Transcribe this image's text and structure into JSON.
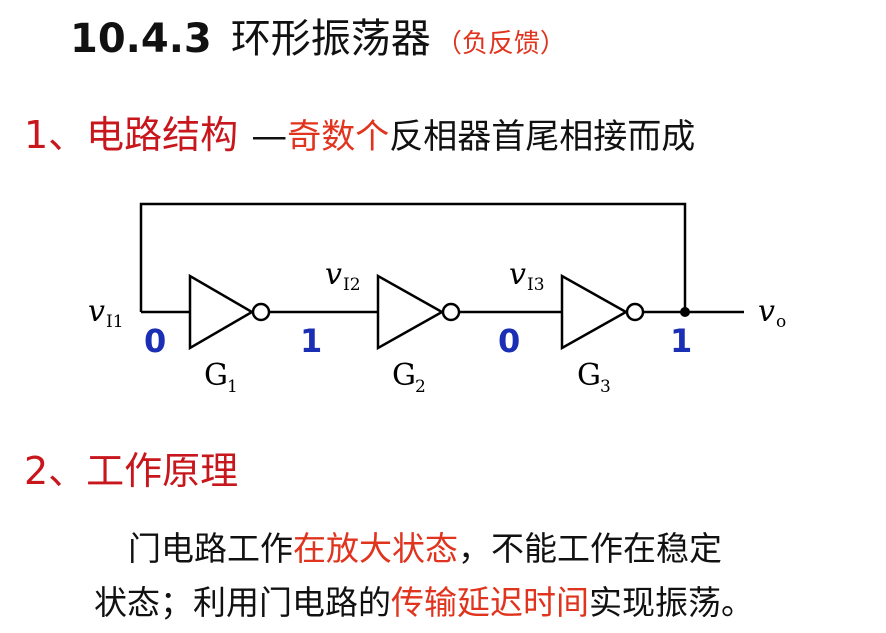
{
  "section": {
    "number": "10.4.3",
    "title": "环形振荡器",
    "note": "（负反馈）"
  },
  "part1": {
    "heading": "1、电路结构",
    "dash": "—",
    "emph": "奇数个",
    "rest": "反相器首尾相接而成"
  },
  "diagram": {
    "input_label": "v",
    "input_sub": "I1",
    "output_label": "v",
    "output_sub": "o",
    "gates": [
      {
        "name": "G",
        "sub": "1"
      },
      {
        "name": "G",
        "sub": "2"
      },
      {
        "name": "G",
        "sub": "3"
      }
    ],
    "node_labels": [
      {
        "name": "v",
        "sub": "I2"
      },
      {
        "name": "v",
        "sub": "I3"
      }
    ],
    "logic_levels": [
      "0",
      "1",
      "0",
      "1"
    ],
    "colors": {
      "wire": "#000000",
      "level": "#1a2fb3"
    }
  },
  "part2": {
    "heading": "2、工作原理",
    "line1_a": "门电路工作",
    "line1_hl": "在放大状态",
    "line1_b": "，不能工作在稳定",
    "line2_a": "状态；利用门电路的",
    "line2_hl": "传输延迟时间",
    "line2_b": "实现振荡。"
  },
  "colors": {
    "red_heading": "#c8161d",
    "highlight": "#e0341e",
    "text": "#111111"
  }
}
